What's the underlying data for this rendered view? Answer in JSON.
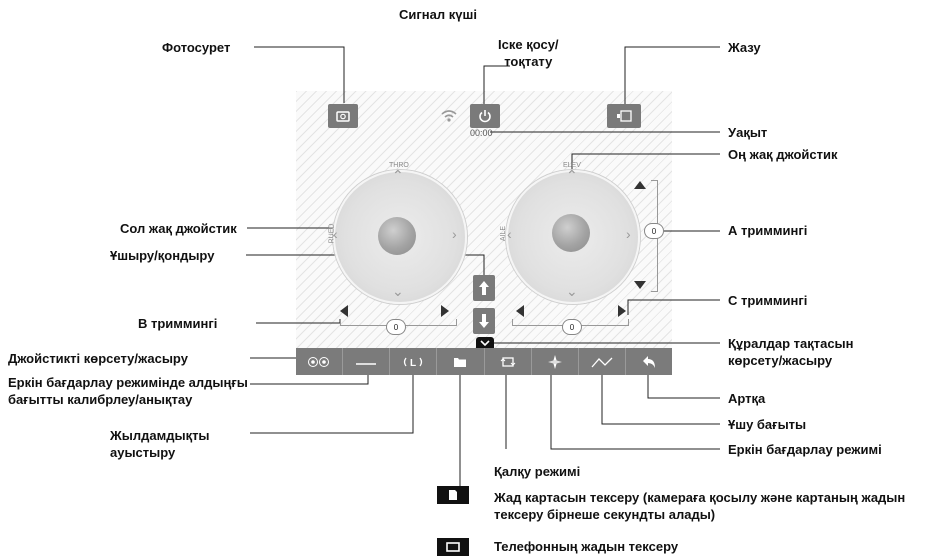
{
  "labels": {
    "signal": "Сигнал күші",
    "photo": "Фотосурет",
    "start_stop": "Іске қосу/\nтоқтату",
    "record": "Жазу",
    "time_label": "Уақыт",
    "right_joystick": "Оң жақ джойстик",
    "left_joystick": "Сол жақ джойстик",
    "trim_a": "А триммингі",
    "takeoff_land": "Ұшыру/қондыру",
    "trim_c": "С триммингі",
    "trim_b": "B триммингі",
    "toolbar_toggle": "Құралдар тақтасын\nкөрсету/жасыру",
    "joystick_toggle": "Джойстикті көрсету/жасыру",
    "calibrate": "Еркін бағдарлау режимінде алдыңғы бағытты калибрлеу/анықтау",
    "back": "Артқа",
    "flight_direction": "Ұшу бағыты",
    "speed_switch": "Жылдамдықты\nауыстыру",
    "headless_mode": "Еркін бағдарлау режимі",
    "float_mode": "Қалқу режимі",
    "sd_check": "Жад картасын тексеру (камераға қосылу және картаның жадын тексеру бірнеше секундты алады)",
    "phone_check": "Телефонның жадын тексеру"
  },
  "screen": {
    "timer": "00:00",
    "left_joystick_top": "THRO",
    "left_joystick_side": "RUED",
    "right_joystick_top": "ELEV",
    "right_joystick_side": "AILE",
    "trim_a_value": "0",
    "trim_b_value": "0",
    "trim_c_value": "0"
  },
  "colors": {
    "button_gray": "#7a7a7a",
    "toolbar_gray": "#7b7b7b",
    "text": "#111111"
  },
  "icons": [
    "camera-icon",
    "wifi-icon",
    "power-icon",
    "video-icon",
    "toggle-joystick-icon",
    "calibrate-icon",
    "speed-icon",
    "folder-icon",
    "float-icon",
    "headless-icon",
    "flight-path-icon",
    "back-arrow-icon",
    "sd-card-icon",
    "phone-icon"
  ]
}
